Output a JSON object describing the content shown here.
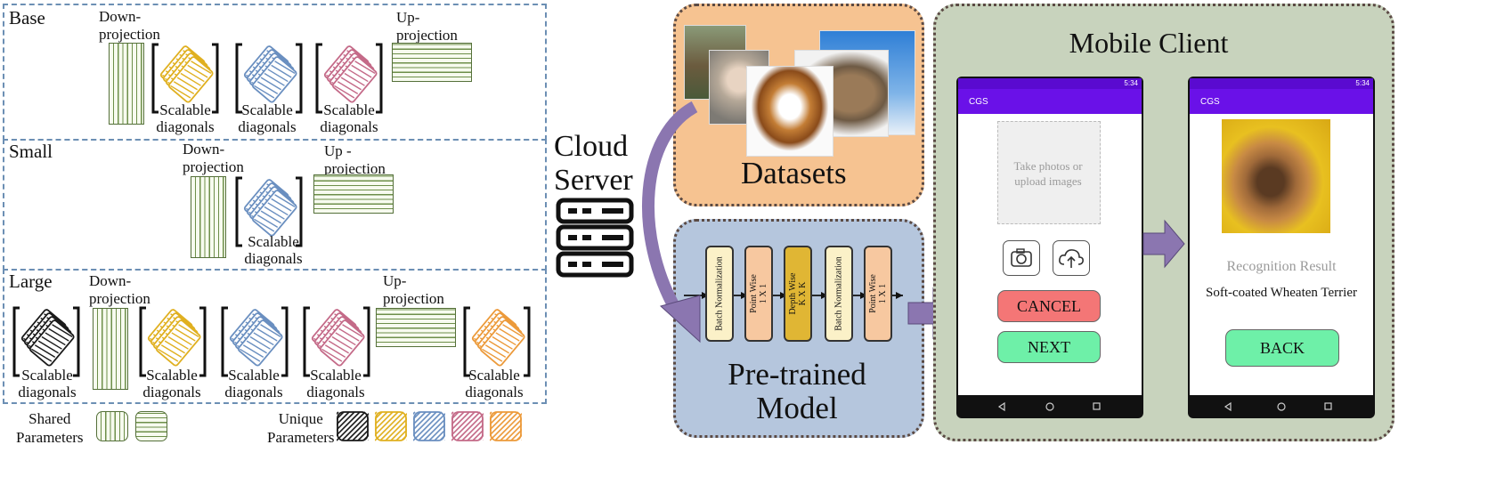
{
  "left_panel": {
    "base": {
      "title": "Base",
      "down_projection": "Down-\nprojection",
      "up_projection": "Up-\nprojection",
      "diag_labels": [
        "Scalable\ndiagonals",
        "Scalable\ndiagonals",
        "Scalable\ndiagonals"
      ]
    },
    "small": {
      "title": "Small",
      "down_projection": "Down-\nprojection",
      "up_projection": "Up -\nprojection",
      "diag_label": "Scalable\ndiagonals"
    },
    "large": {
      "title": "Large",
      "down_projection": "Down-\nprojection",
      "up_projection": "Up-\nprojection",
      "diag_labels": [
        "Scalable\ndiagonals",
        "Scalable\ndiagonals",
        "Scalable\ndiagonals",
        "Scalable\ndiagonals",
        "Scalable\ndiagonals"
      ]
    },
    "legend": {
      "shared": "Shared\nParameters",
      "unique": "Unique\nParameters"
    }
  },
  "colors": {
    "black": "#1a1a1a",
    "yellow": "#e0b020",
    "blue": "#6a8fc0",
    "pink": "#c46a88",
    "orange": "#ec9a3a",
    "green": "#6e8f4a"
  },
  "cloud": {
    "label": "Cloud\nServer",
    "icon": "server-icon"
  },
  "datasets": {
    "title": "Datasets"
  },
  "model": {
    "title": "Pre-trained\nModel",
    "layers": [
      {
        "label": "Batch Normalization",
        "color": "#fbf1c8"
      },
      {
        "label": "Point Wise\n1 X 1",
        "color": "#f7c8a0"
      },
      {
        "label": "Depth Wise\nK X K",
        "color": "#e0b634"
      },
      {
        "label": "Batch Normalization",
        "color": "#fbf1c8"
      },
      {
        "label": "Point Wise\n1 X 1",
        "color": "#f7c8a0"
      }
    ]
  },
  "mobile": {
    "title": "Mobile Client",
    "phone1": {
      "status_time": "5:34",
      "app_title": "CGS",
      "placeholder": "Take photos or\nupload images",
      "camera_icon": "camera-icon",
      "upload_icon": "upload-cloud-icon",
      "cancel": "CANCEL",
      "next": "NEXT"
    },
    "phone2": {
      "status_time": "5:34",
      "app_title": "CGS",
      "result_title": "Recognition Result",
      "result_value": "Soft-coated Wheaten Terrier",
      "back": "BACK"
    },
    "nav_icons": [
      "back-triangle-icon",
      "home-circle-icon",
      "recents-square-icon"
    ]
  }
}
